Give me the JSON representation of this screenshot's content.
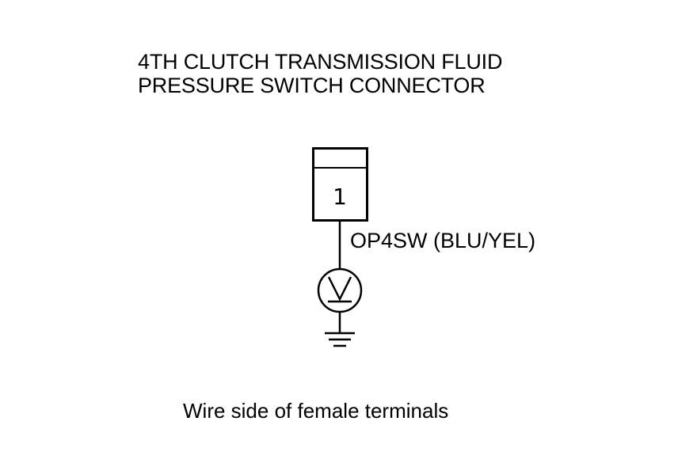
{
  "title": {
    "line1": "4TH CLUTCH TRANSMISSION FLUID",
    "line2": "PRESSURE SWITCH CONNECTOR"
  },
  "connector": {
    "terminal_number": "1"
  },
  "wire": {
    "label": "OP4SW (BLU/YEL)"
  },
  "symbols": {
    "switch": "pressure-switch-icon",
    "ground": "ground-icon"
  },
  "caption": "Wire side of female terminals"
}
